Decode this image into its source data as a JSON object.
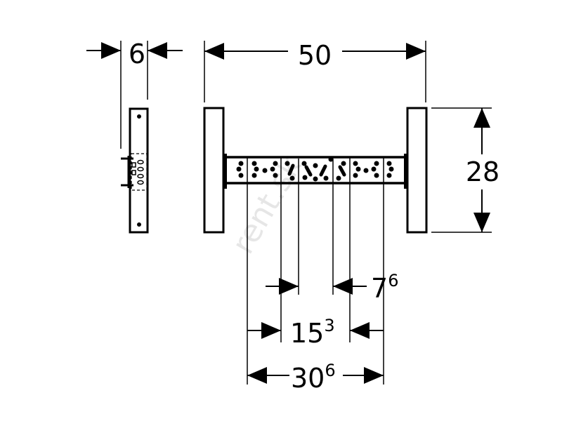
{
  "dimensions": {
    "thickness": "6",
    "width": "50",
    "height": "28",
    "spacing_small": {
      "base": "7",
      "sup": "6"
    },
    "spacing_mid": {
      "base": "15",
      "sup": "3"
    },
    "spacing_large": {
      "base": "30",
      "sup": "6"
    }
  },
  "watermark": "rent.sk",
  "colors": {
    "line": "#000000",
    "background": "#ffffff"
  }
}
